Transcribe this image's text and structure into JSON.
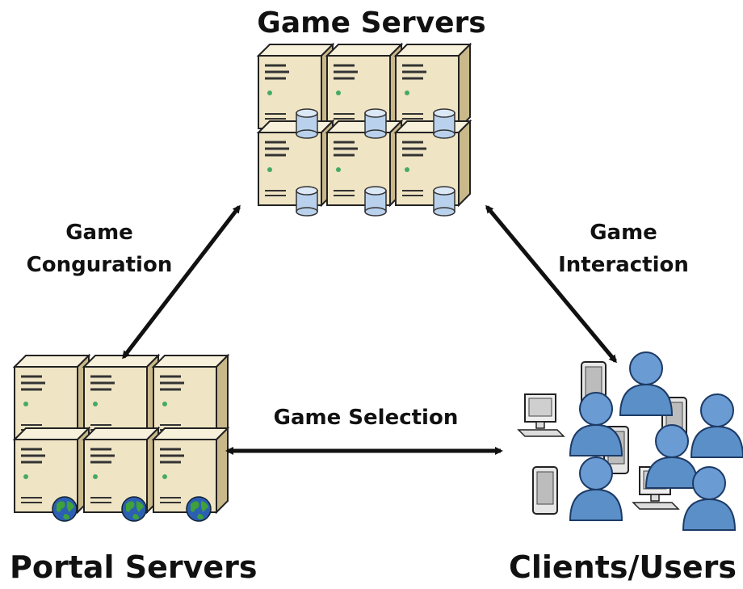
{
  "nodes": {
    "game_servers": {
      "label": "Game Servers",
      "icon": "server-cluster-database-icon"
    },
    "portal_servers": {
      "label": "Portal Servers",
      "icon": "server-cluster-globe-icon"
    },
    "clients": {
      "label": "Clients/Users",
      "icon": "users-devices-icon"
    }
  },
  "edges": {
    "configuration": {
      "line1": "Game",
      "line2": "Conguration",
      "from": "game_servers",
      "to": "portal_servers"
    },
    "interaction": {
      "line1": "Game",
      "line2": "Interaction",
      "from": "game_servers",
      "to": "clients"
    },
    "selection": {
      "label": "Game Selection",
      "from": "portal_servers",
      "to": "clients"
    }
  },
  "colors": {
    "server_body": "#efe4c4",
    "server_side": "#c9b88a",
    "database": "#b9d1ec",
    "user": "#5b8fc8",
    "globe_blue": "#2b5fb3",
    "globe_green": "#3fa13a"
  }
}
